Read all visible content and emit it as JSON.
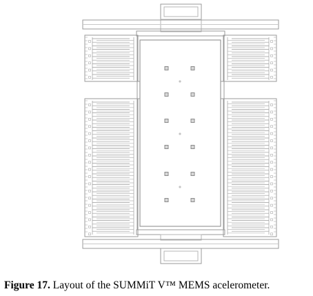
{
  "figure": {
    "label": "Figure 17.",
    "caption": " Layout of the SUMMiT V™ MEMS acelerometer."
  },
  "diagram": {
    "type": "mems-layout",
    "line_color": "#9a9a9a",
    "detail_color": "#b5b5b5",
    "pad_color": "#8a8a8a",
    "background": "#ffffff"
  }
}
